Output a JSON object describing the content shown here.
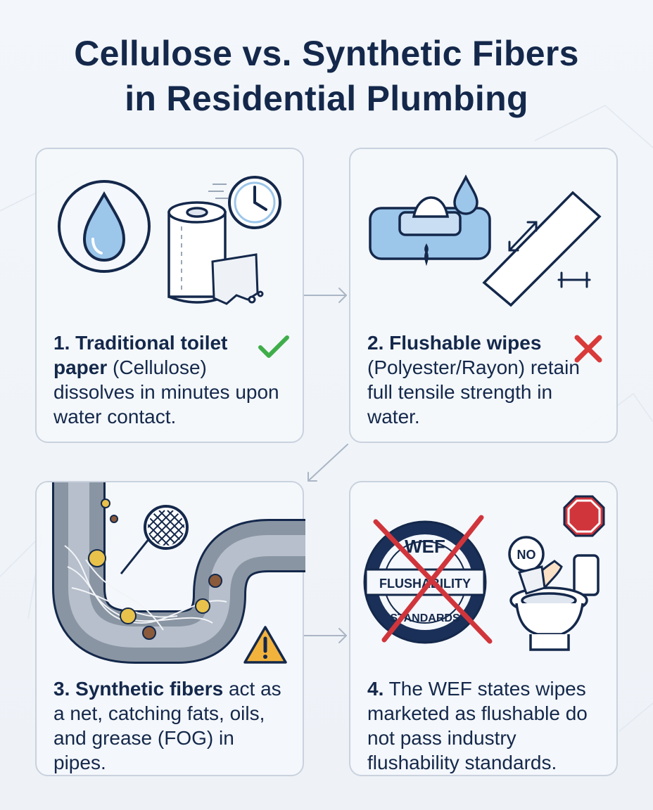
{
  "title": {
    "line1": "Cellulose vs. Synthetic Fibers",
    "line2": "in Residential Plumbing"
  },
  "cards": [
    {
      "number": "1.",
      "bold": "Traditional toilet paper",
      "text": " (Cellulose) dissolves in minutes upon water contact.",
      "status_icon": "check-icon",
      "status_color": "#3fae4a"
    },
    {
      "number": "2.",
      "bold": "Flushable wipes",
      "text": " (Polyester/Rayon) retain full tensile strength in water.",
      "status_icon": "cross-icon",
      "status_color": "#d93a3a"
    },
    {
      "number": "3.",
      "bold": "Synthetic fibers",
      "text": " act as a net, catching fats, oils, and grease (FOG) in pipes.",
      "status_icon": "warning-icon",
      "status_color": "#f2b33d"
    },
    {
      "number": "4.",
      "bold": "",
      "text": "The WEF states wipes marketed as flushable do not pass industry flushability standards.",
      "status_icon": "stop-sign-icon",
      "status_color": "#d1353c"
    }
  ],
  "seal": {
    "top": "WEF",
    "middle": "FLUSHABILITY",
    "bottom": "STANDARDS"
  },
  "no_label": "NO",
  "colors": {
    "navy": "#14284b",
    "card_border": "#c9d2de",
    "water_blue": "#9cc6ea",
    "pipe_gray": "#8a95a3"
  }
}
